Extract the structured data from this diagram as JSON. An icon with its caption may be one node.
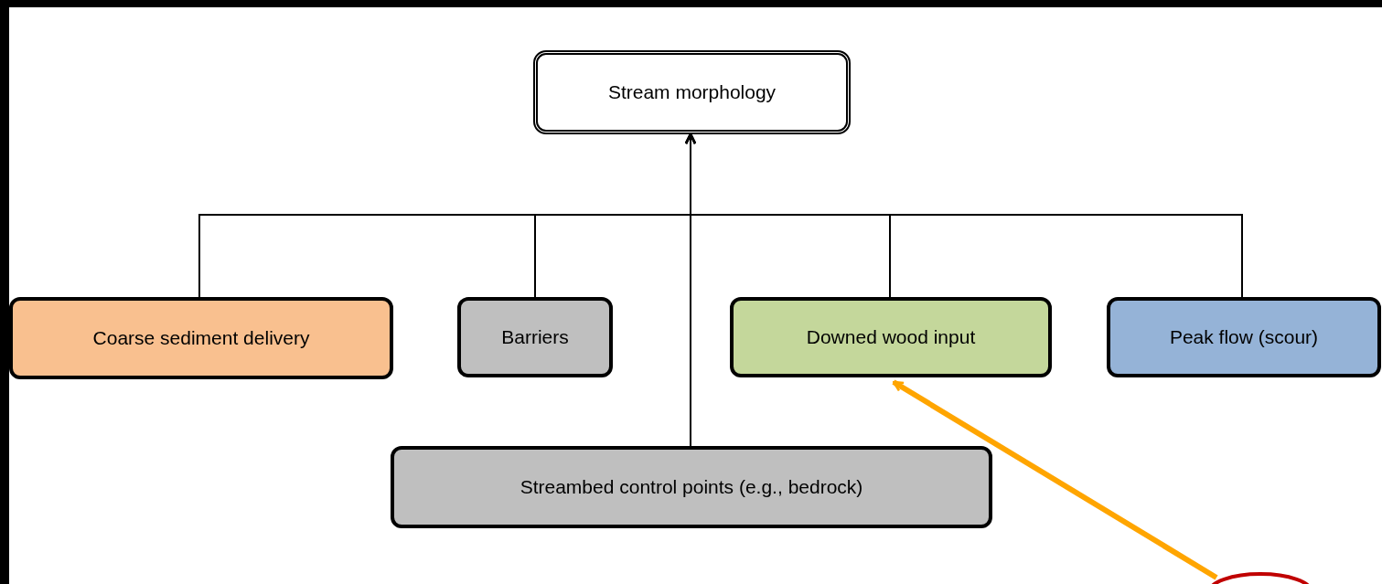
{
  "diagram": {
    "nodes": [
      {
        "text": [
          "Stream morphology"
        ]
      },
      {
        "text": [
          "Coarse sediment delivery"
        ]
      },
      {
        "text": [
          "Barriers"
        ]
      },
      {
        "text": [
          "Downed wood input"
        ]
      },
      {
        "text": [
          "Peak flow (scour)"
        ]
      },
      {
        "text": [
          "Streambed control points (e.g., bedrock)"
        ]
      },
      {
        "text": [],
        "shape": "ellipse"
      }
    ],
    "edges": [
      {
        "from": 1,
        "to": 0,
        "arrow": "to"
      },
      {
        "from": 2,
        "to": 0,
        "arrow": "to"
      },
      {
        "from": 3,
        "to": 0,
        "arrow": "to"
      },
      {
        "from": 4,
        "to": 0,
        "arrow": "to"
      },
      {
        "from": 5,
        "to": 0,
        "arrow": "to"
      },
      {
        "from": 6,
        "to": 3,
        "arrow": "to",
        "style": "thick",
        "color": "#ffa500"
      }
    ]
  }
}
